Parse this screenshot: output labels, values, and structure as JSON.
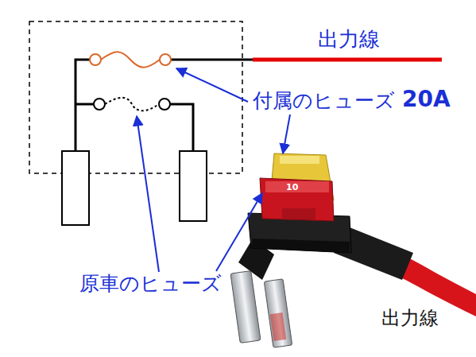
{
  "diagram": {
    "labels": [
      "出力線",
      "付属のヒューズ",
      "20A",
      "原車のヒューズ",
      "出力線",
      "10"
    ]
  }
}
